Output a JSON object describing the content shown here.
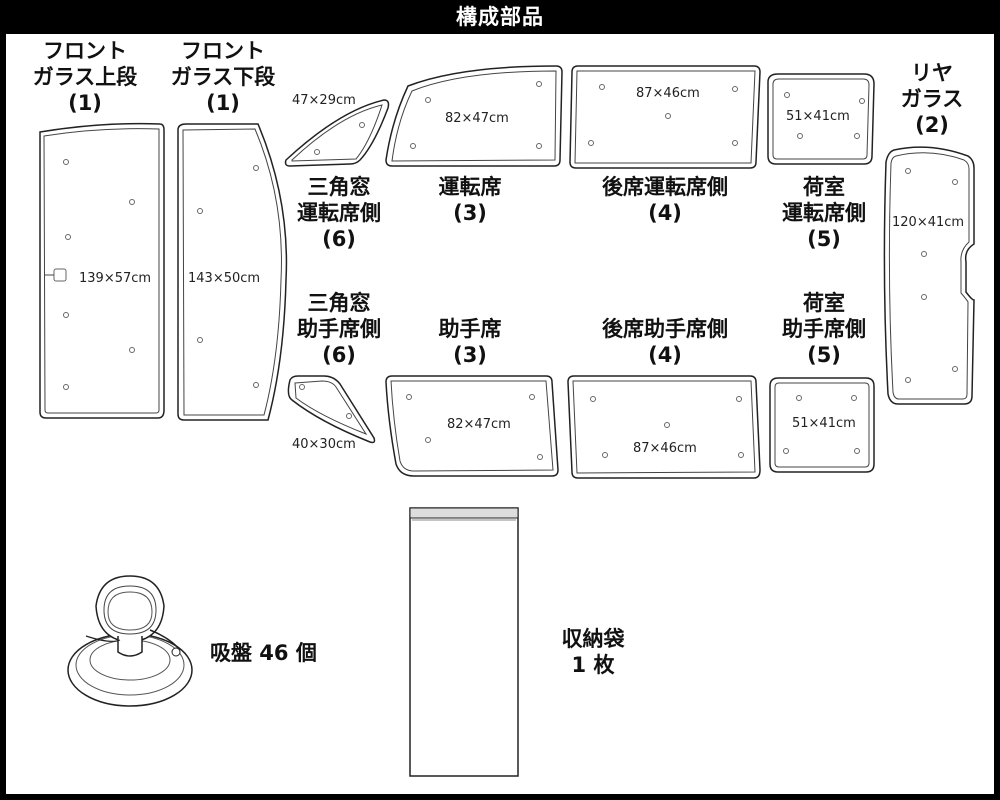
{
  "header": {
    "title": "構成部品"
  },
  "parts": {
    "front_upper": {
      "line1": "フロント",
      "line2": "ガラス上段",
      "count": "(1)",
      "dim": "139×57cm"
    },
    "front_lower": {
      "line1": "フロント",
      "line2": "ガラス下段",
      "count": "(1)",
      "dim": "143×50cm"
    },
    "tri_driver": {
      "line1": "三角窓",
      "line2": "運転席側",
      "count": "(6)",
      "dim": "47×29cm"
    },
    "tri_passenger": {
      "line1": "三角窓",
      "line2": "助手席側",
      "count": "(6)",
      "dim": "40×30cm"
    },
    "driver": {
      "line1": "運転席",
      "count": "(3)",
      "dim": "82×47cm"
    },
    "passenger": {
      "line1": "助手席",
      "count": "(3)",
      "dim": "82×47cm"
    },
    "rear_driver": {
      "line1": "後席運転席側",
      "count": "(4)",
      "dim": "87×46cm"
    },
    "rear_passenger": {
      "line1": "後席助手席側",
      "count": "(4)",
      "dim": "87×46cm"
    },
    "cargo_driver": {
      "line1": "荷室",
      "line2": "運転席側",
      "count": "(5)",
      "dim": "51×41cm"
    },
    "cargo_passenger": {
      "line1": "荷室",
      "line2": "助手席側",
      "count": "(5)",
      "dim": "51×41cm"
    },
    "rear_glass": {
      "line1": "リヤ",
      "line2": "ガラス",
      "count": "(2)",
      "dim": "120×41cm"
    }
  },
  "accessories": {
    "suction": {
      "label": "吸盤 46 個"
    },
    "bag": {
      "line1": "収納袋",
      "line2": "1 枚"
    }
  }
}
